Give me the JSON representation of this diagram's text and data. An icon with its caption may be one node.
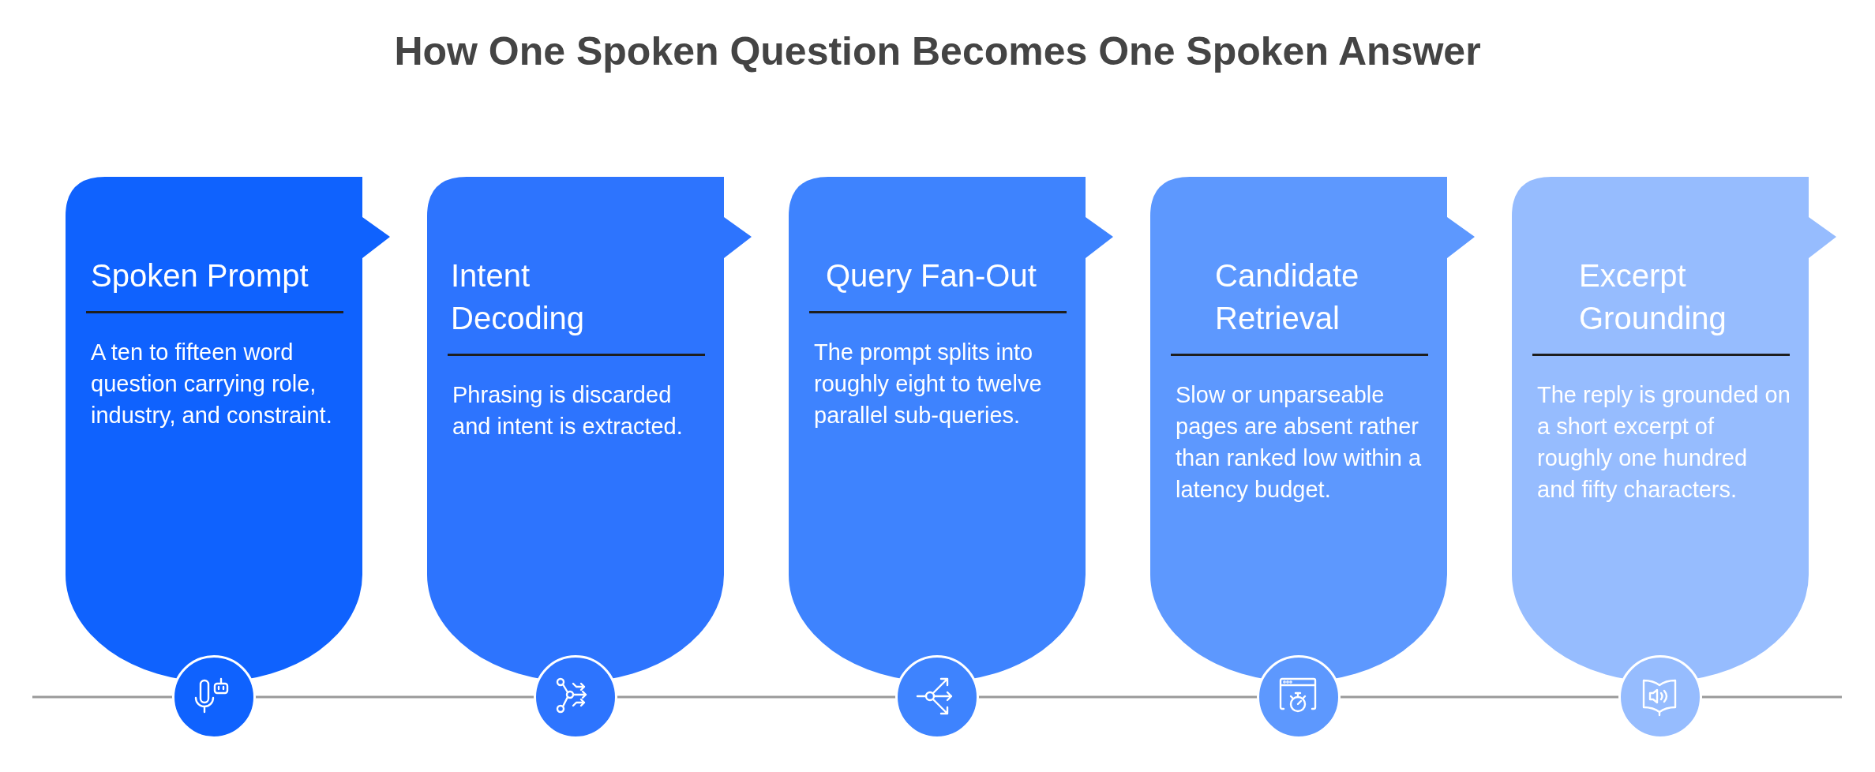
{
  "diagram": {
    "title": "How One Spoken Question Becomes One Spoken Answer",
    "nodes": [
      {
        "text": [
          "Spoken Prompt",
          "A ten to fifteen word question carrying role, industry, and constraint."
        ]
      },
      {
        "text": [
          "Intent Decoding",
          "Phrasing is discarded and intent is extracted."
        ]
      },
      {
        "text": [
          "Query Fan-Out",
          "The prompt splits into roughly eight to twelve parallel sub-queries."
        ]
      },
      {
        "text": [
          "Candidate Retrieval",
          "Slow or unparseable pages are absent rather than ranked low within a latency budget."
        ]
      },
      {
        "text": [
          "Excerpt Grounding",
          "The reply is grounded on a short excerpt of roughly one hundred and fifty characters."
        ]
      }
    ]
  }
}
